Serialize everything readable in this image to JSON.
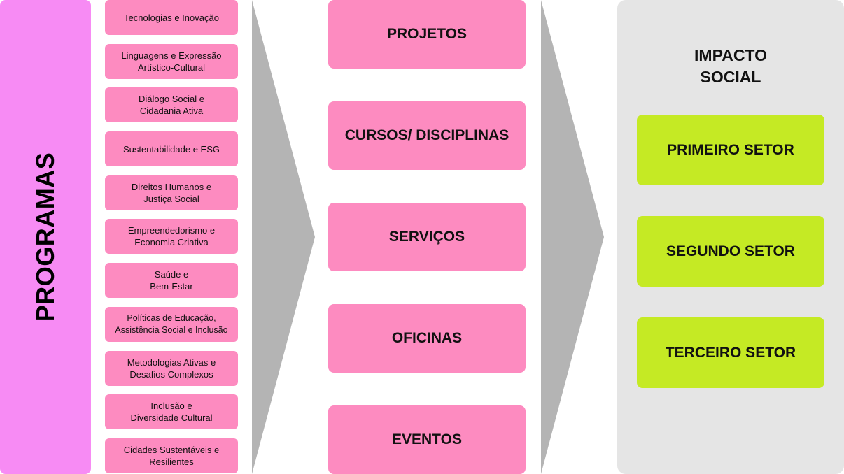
{
  "programas": {
    "label": "PROGRAMAS",
    "items": [
      "Tecnologias e Inovação",
      "Linguagens e Expressão\nArtístico-Cultural",
      "Diálogo Social e\nCidadania Ativa",
      "Sustentabilidade e ESG",
      "Direitos Humanos e\nJustiça Social",
      "Empreendedorismo e\nEconomia Criativa",
      "Saúde e\nBem-Estar",
      "Políticas de Educação,\nAssistência Social e Inclusão",
      "Metodologias Ativas e\nDesafios Complexos",
      "Inclusão e\nDiversidade Cultural",
      "Cidades Sustentáveis e\nResilientes"
    ]
  },
  "outputs": {
    "items": [
      "PROJETOS",
      "CURSOS/ DISCIPLINAS",
      "SERVIÇOS",
      "OFICINAS",
      "EVENTOS"
    ]
  },
  "impact": {
    "title_line1": "IMPACTO",
    "title_line2": "SOCIAL",
    "sectors": [
      "PRIMEIRO SETOR",
      "SEGUNDO SETOR",
      "TERCEIRO SETOR"
    ]
  },
  "colors": {
    "programas_bar": "#f78bf4",
    "pink_box": "#fd8bc0",
    "arrow": "#b4b4b4",
    "impact_panel": "#e5e5e5",
    "sector_box": "#c5ea24"
  }
}
